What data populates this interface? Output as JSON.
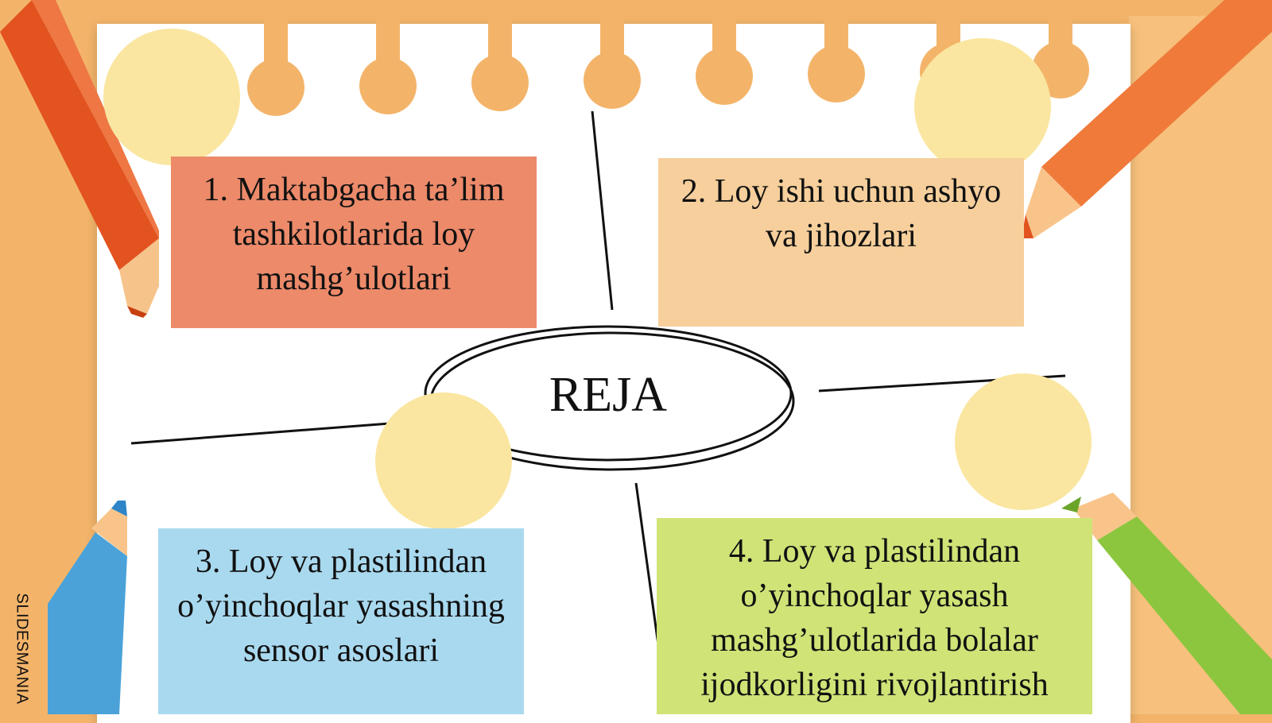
{
  "slide": {
    "title": "REJA",
    "items": [
      {
        "text": "1. Maktabgacha ta’lim tashkilotlarida loy mashg’ulotlari",
        "color": "#ec8a6a"
      },
      {
        "text": "2. Loy ishi uchun ashyo va jihozlari",
        "color": "#f6cf9c"
      },
      {
        "text": "3.  Loy va plastilindan o’yinchoqlar yasashning sensor asoslari",
        "color": "#a9d9ef"
      },
      {
        "text": "4. Loy va plastilindan o’yinchoqlar yasash mashg’ulotlarida bolalar ijodkorligini rivojlantirish",
        "color": "#cfe377"
      }
    ],
    "watermark": "SLIDESMANIA"
  },
  "colors": {
    "background": "#f3b46a",
    "paper": "#ffffff",
    "pin": "#fae6a0",
    "hole": "#f3b46a"
  }
}
